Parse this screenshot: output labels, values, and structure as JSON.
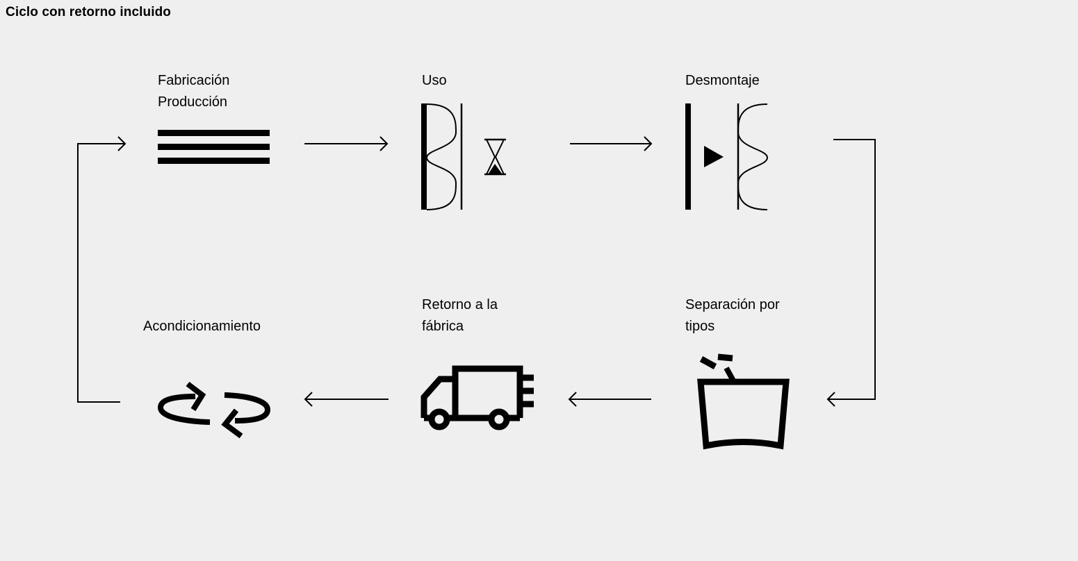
{
  "title": "Ciclo con retorno incluido",
  "steps": [
    {
      "id": "fabricacion",
      "label_lines": [
        "Fabricación",
        "Producción"
      ],
      "icon": "layers-icon"
    },
    {
      "id": "uso",
      "label_lines": [
        "Uso"
      ],
      "icon": "insulation-hourglass-icon"
    },
    {
      "id": "desmontaje",
      "label_lines": [
        "Desmontaje"
      ],
      "icon": "dismantle-icon"
    },
    {
      "id": "separacion",
      "label_lines": [
        "Separación por",
        "tipos"
      ],
      "icon": "sorting-bin-icon"
    },
    {
      "id": "retorno",
      "label_lines": [
        "Retorno a la",
        "fábrica"
      ],
      "icon": "delivery-truck-icon"
    },
    {
      "id": "acondicionamiento",
      "label_lines": [
        "Acondicionamiento"
      ],
      "icon": "recycle-arrows-icon"
    }
  ],
  "flow": [
    "fabricacion",
    "uso",
    "desmontaje",
    "separacion",
    "retorno",
    "acondicionamiento",
    "fabricacion"
  ],
  "colors": {
    "background": "#efefef",
    "ink": "#000000"
  }
}
